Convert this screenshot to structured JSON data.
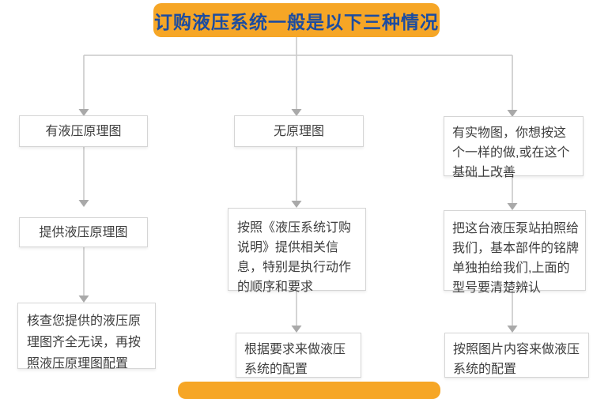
{
  "header": {
    "title": "订购液压系统一般是以下三种情况"
  },
  "flow": {
    "columns": [
      {
        "steps": [
          "有液压原理图",
          "提供液压原理图",
          "核查您提供的液压原理图齐全无误，再按照液压原理图配置"
        ]
      },
      {
        "steps": [
          "无原理图",
          "按照《液压系统订购说明》提供相关信息，特别是执行动作的顺序和要求",
          "根据要求来做液压系统的配置"
        ]
      },
      {
        "steps": [
          "有实物图，你想按这个一样的做,或在这个基础上改善",
          "把这台液压泵站拍照给我们，基本部件的铭牌单独拍给我们,上面的型号要清楚辨认",
          "按照图片内容来做液压系统的配置"
        ]
      }
    ]
  },
  "colors": {
    "accent": "#F6A626",
    "header-text": "#1C4CA0",
    "box-border": "#D5D5D5",
    "box-text": "#3E3E3E",
    "line": "#C9C9C9",
    "arrow": "#A9A9A9",
    "bg": "#FFFFFF"
  }
}
